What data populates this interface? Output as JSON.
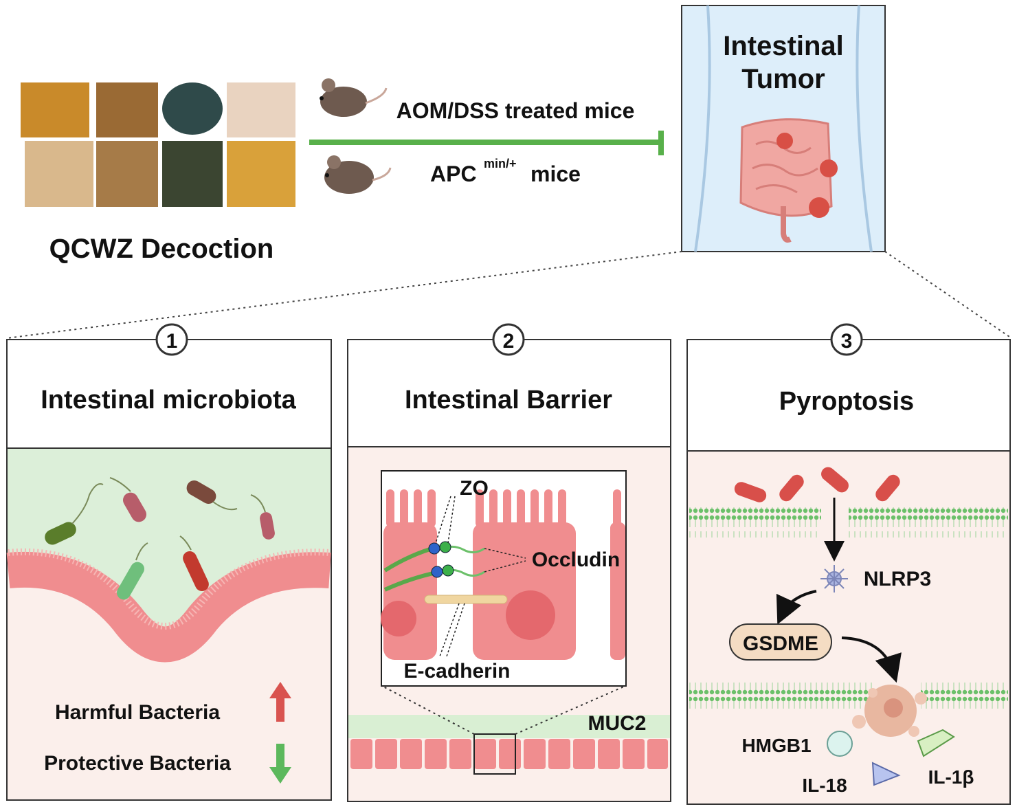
{
  "header": {
    "mouse_label_1": "AOM/DSS treated mice",
    "mouse_label_2_main": "APC",
    "mouse_label_2_sup": "min/+",
    "mouse_label_2_end": "mice",
    "decoction_label": "QCWZ Decoction",
    "tumor_title_line1": "Intestinal",
    "tumor_title_line2": "Tumor"
  },
  "panels": [
    {
      "number": "1",
      "title": "Intestinal microbiota",
      "labels": {
        "harmful": "Harmful  Bacteria",
        "protective": "Protective  Bacteria"
      }
    },
    {
      "number": "2",
      "title": "Intestinal Barrier",
      "labels": {
        "zo": "ZO",
        "occludin": "Occludin",
        "ecadherin": "E-cadherin",
        "muc2": "MUC2"
      }
    },
    {
      "number": "3",
      "title": "Pyroptosis",
      "labels": {
        "nlrp3": "NLRP3",
        "gsdme": "GSDME",
        "hmgb1": "HMGB1",
        "il18": "IL-18",
        "il1b": "IL-1β"
      }
    }
  ],
  "colors": {
    "inhibit_line": "#58b04a",
    "up_arrow": "#d9534f",
    "down_arrow": "#5cb85c",
    "panel1_bg": "#dcefd9",
    "panel_bg_pink": "#fbefeb",
    "cell_pink": "#f08d8f"
  }
}
